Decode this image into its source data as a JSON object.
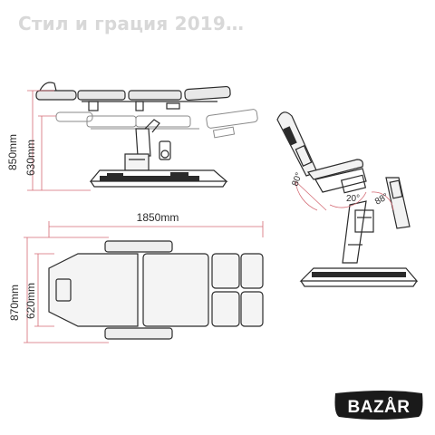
{
  "watermark": {
    "text": "Стил и грация 2019…"
  },
  "dimensions": {
    "height_max": "850mm",
    "height_min": "630mm",
    "length": "1850mm",
    "width_max": "870mm",
    "width_min": "620mm"
  },
  "angles": {
    "backrest": "80°",
    "seat": "20°",
    "leg": "88°"
  },
  "logo": {
    "text": "BAZAR"
  },
  "colors": {
    "line": "#2b2b2b",
    "dimension_line": "#d46a74",
    "watermark": "#d8d8d8"
  }
}
